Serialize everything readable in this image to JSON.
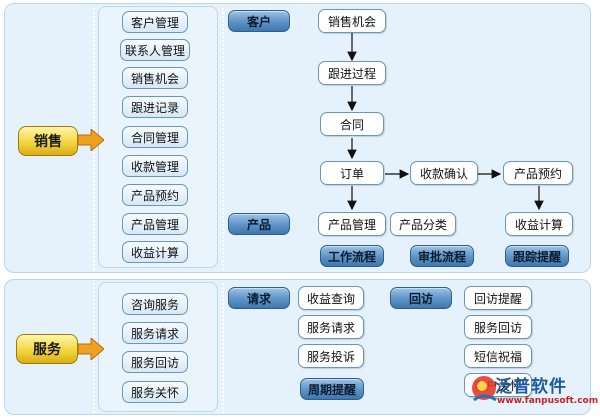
{
  "sales": {
    "label": "销售",
    "left_items": [
      "客户管理",
      "联系人管理",
      "销售机会",
      "跟进记录",
      "合同管理",
      "收款管理",
      "产品预约",
      "产品管理",
      "收益计算"
    ],
    "flow": {
      "customer": "客户",
      "product": "产品",
      "opportunity": "销售机会",
      "followup": "跟进过程",
      "contract": "合同",
      "order": "订单",
      "payment_confirm": "收款确认",
      "product_reserve": "产品预约",
      "product_manage": "产品管理",
      "product_category": "产品分类",
      "profit_calc": "收益计算",
      "workflow": "工作流程",
      "approval_flow": "审批流程",
      "tracking_remind": "跟踪提醒"
    }
  },
  "service": {
    "label": "服务",
    "left_items": [
      "咨询服务",
      "服务请求",
      "服务回访",
      "服务关怀"
    ],
    "flow": {
      "request": "请求",
      "revisit": "回访",
      "profit_query": "收益查询",
      "service_request": "服务请求",
      "service_complaint": "服务投诉",
      "periodic_remind": "周期提醒",
      "revisit_remind": "回访提醒",
      "service_revisit": "服务回访",
      "sms_blessing": "短信祝福",
      "customer_care": "客户关怀"
    }
  },
  "watermark": {
    "brand": "泛普软件",
    "url": "www.fanpusoft.com"
  },
  "colors": {
    "panel": "#e6f2fb",
    "button_blue": "#5d93c6",
    "tag_yellow": "#f2d23a",
    "arrow_orange": "#f0a020"
  }
}
